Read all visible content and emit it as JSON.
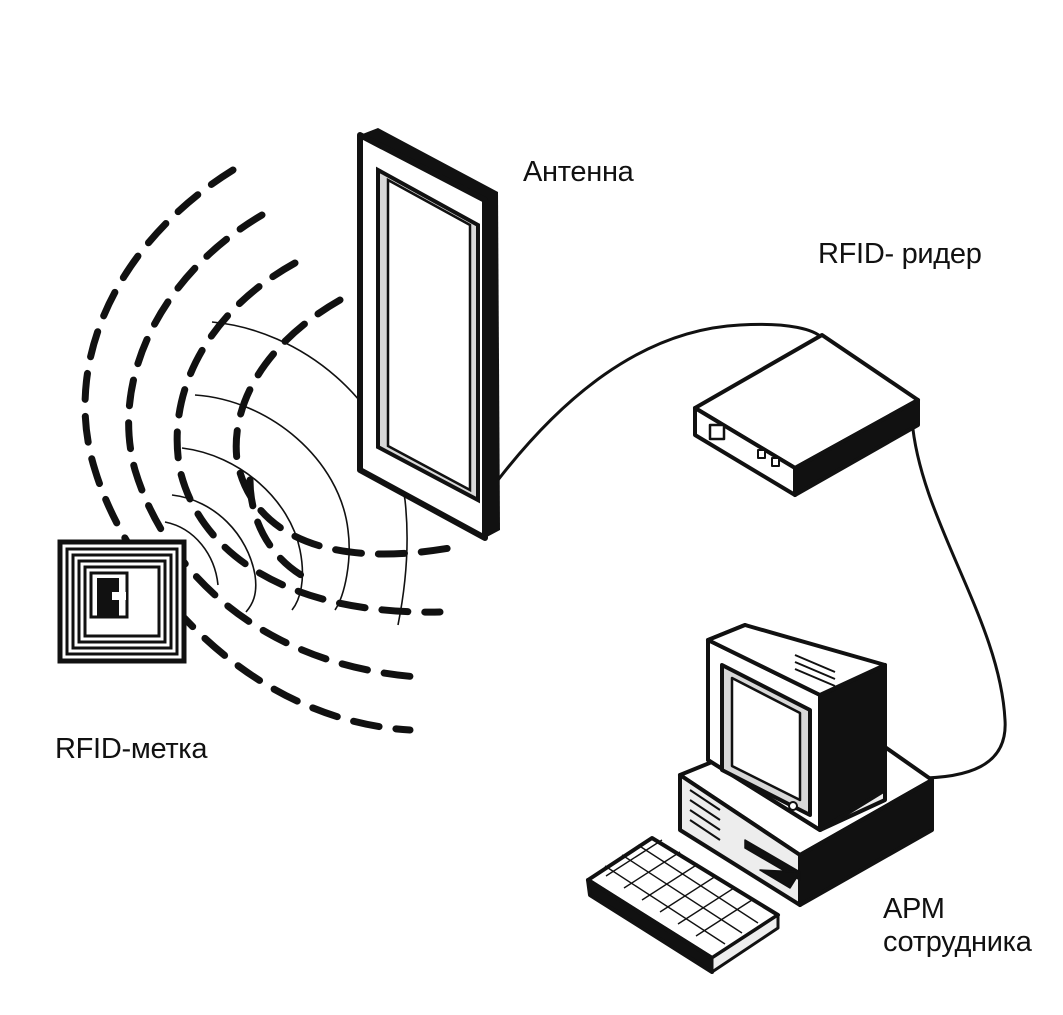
{
  "labels": {
    "antenna": "Антенна",
    "reader": "RFID- ридер",
    "tag": "RFID-метка",
    "workstation_line1": "АРМ",
    "workstation_line2": "сотрудника"
  },
  "colors": {
    "ink": "#111111",
    "background": "#ffffff",
    "shade": "#cfcfcf",
    "light_shade": "#ededed"
  },
  "icons": [
    "rfid-tag-icon",
    "antenna-panel-icon",
    "rfid-reader-icon",
    "computer-icon",
    "keyboard-icon"
  ]
}
